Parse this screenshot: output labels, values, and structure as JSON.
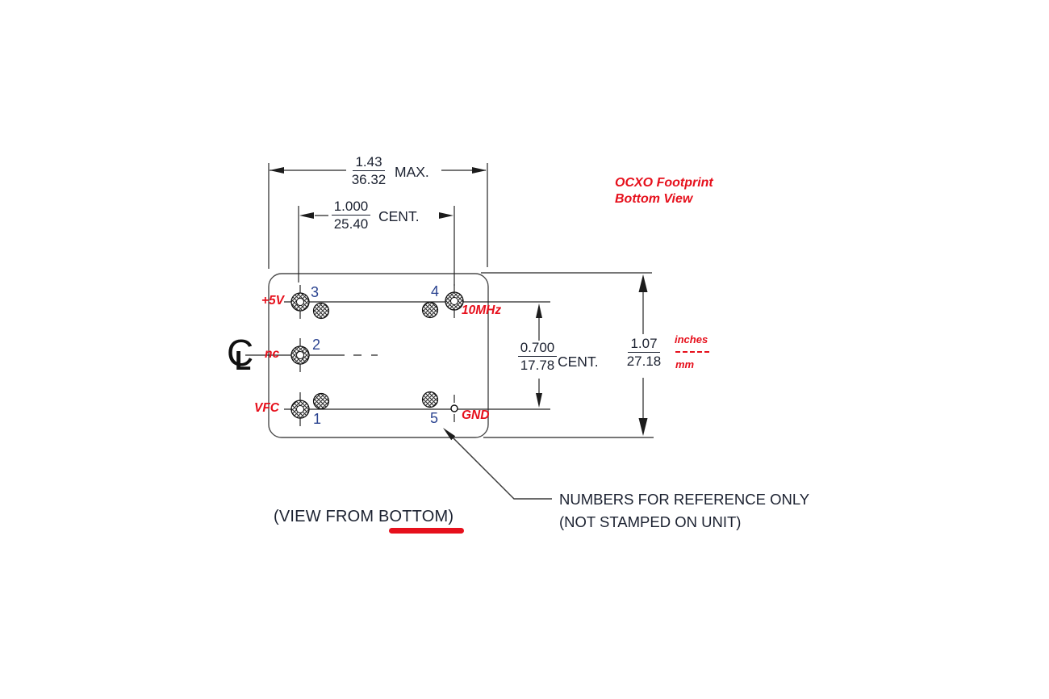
{
  "title": {
    "line1": "OCXO Footprint",
    "line2": "Bottom View"
  },
  "dimensions": {
    "width": {
      "inches": "1.43",
      "mm": "36.32",
      "qualifier": "MAX."
    },
    "pin_pitch_horizontal": {
      "inches": "1.000",
      "mm": "25.40",
      "qualifier": "CENT."
    },
    "pin_pitch_vertical": {
      "inches": "0.700",
      "mm": "17.78",
      "qualifier": "CENT."
    },
    "height": {
      "inches": "1.07",
      "mm": "27.18"
    }
  },
  "units_legend": {
    "top": "inches",
    "bottom": "mm"
  },
  "pins": {
    "pin1": {
      "number": "1",
      "signal": "VFC"
    },
    "pin2": {
      "number": "2",
      "signal": "nc"
    },
    "pin3": {
      "number": "3",
      "signal": "+5V"
    },
    "pin4": {
      "number": "4",
      "signal": "10MHz"
    },
    "pin5": {
      "number": "5",
      "signal": "GND"
    }
  },
  "centerline": {
    "c": "C",
    "l": "L"
  },
  "captions": {
    "view": "(VIEW FROM BOTTOM)",
    "note1": "NUMBERS FOR REFERENCE ONLY",
    "note2": "(NOT STAMPED ON UNIT)"
  },
  "colors": {
    "red": "#e6101c",
    "pin_number_blue": "#2a4390",
    "ink": "#1b2130"
  }
}
